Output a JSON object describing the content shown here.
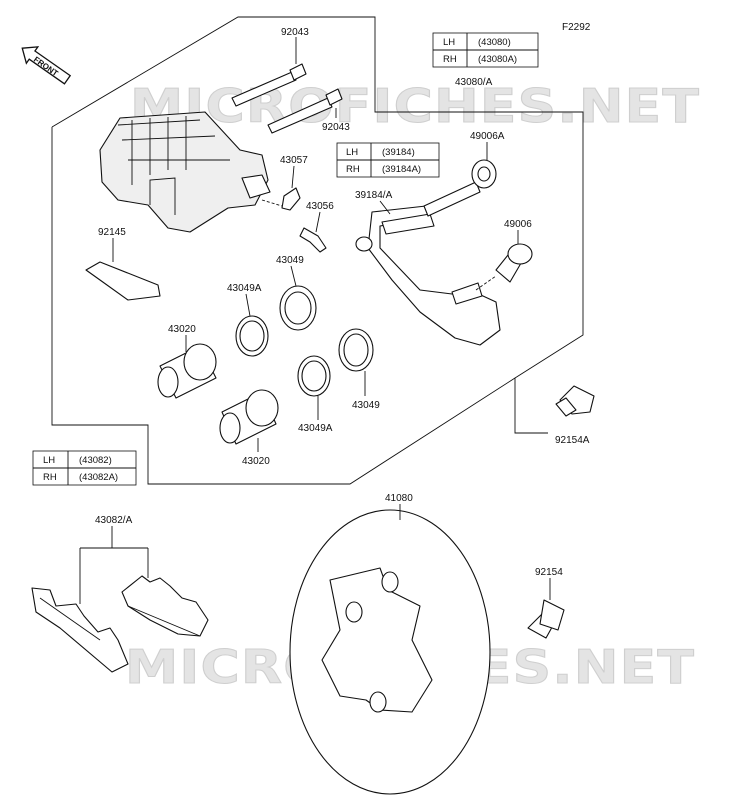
{
  "figure_code": "F2292",
  "front_label": "FRONT",
  "watermark": "MICROFICHES.NET",
  "tables": [
    {
      "id": "caliper",
      "rows": [
        {
          "side": "LH",
          "part": "(43080)"
        },
        {
          "side": "RH",
          "part": "(43080A)"
        }
      ]
    },
    {
      "id": "bracket",
      "rows": [
        {
          "side": "LH",
          "part": "(39184)"
        },
        {
          "side": "RH",
          "part": "(39184A)"
        }
      ]
    },
    {
      "id": "pads",
      "rows": [
        {
          "side": "LH",
          "part": "(43082)"
        },
        {
          "side": "RH",
          "part": "(43082A)"
        }
      ]
    }
  ],
  "labels": {
    "p92043_a": "92043",
    "p92043_b": "92043",
    "p43080": "43080/A",
    "p49006a": "49006A",
    "p43057": "43057",
    "p43056": "43056",
    "p39184": "39184/A",
    "p49006": "49006",
    "p92145": "92145",
    "p43049_a": "43049",
    "p43049a_a": "43049A",
    "p43020_a": "43020",
    "p43049_b": "43049",
    "p43049a_b": "43049A",
    "p43020_b": "43020",
    "p92154a": "92154A",
    "p43082": "43082/A",
    "p41080": "41080",
    "p92154": "92154"
  }
}
